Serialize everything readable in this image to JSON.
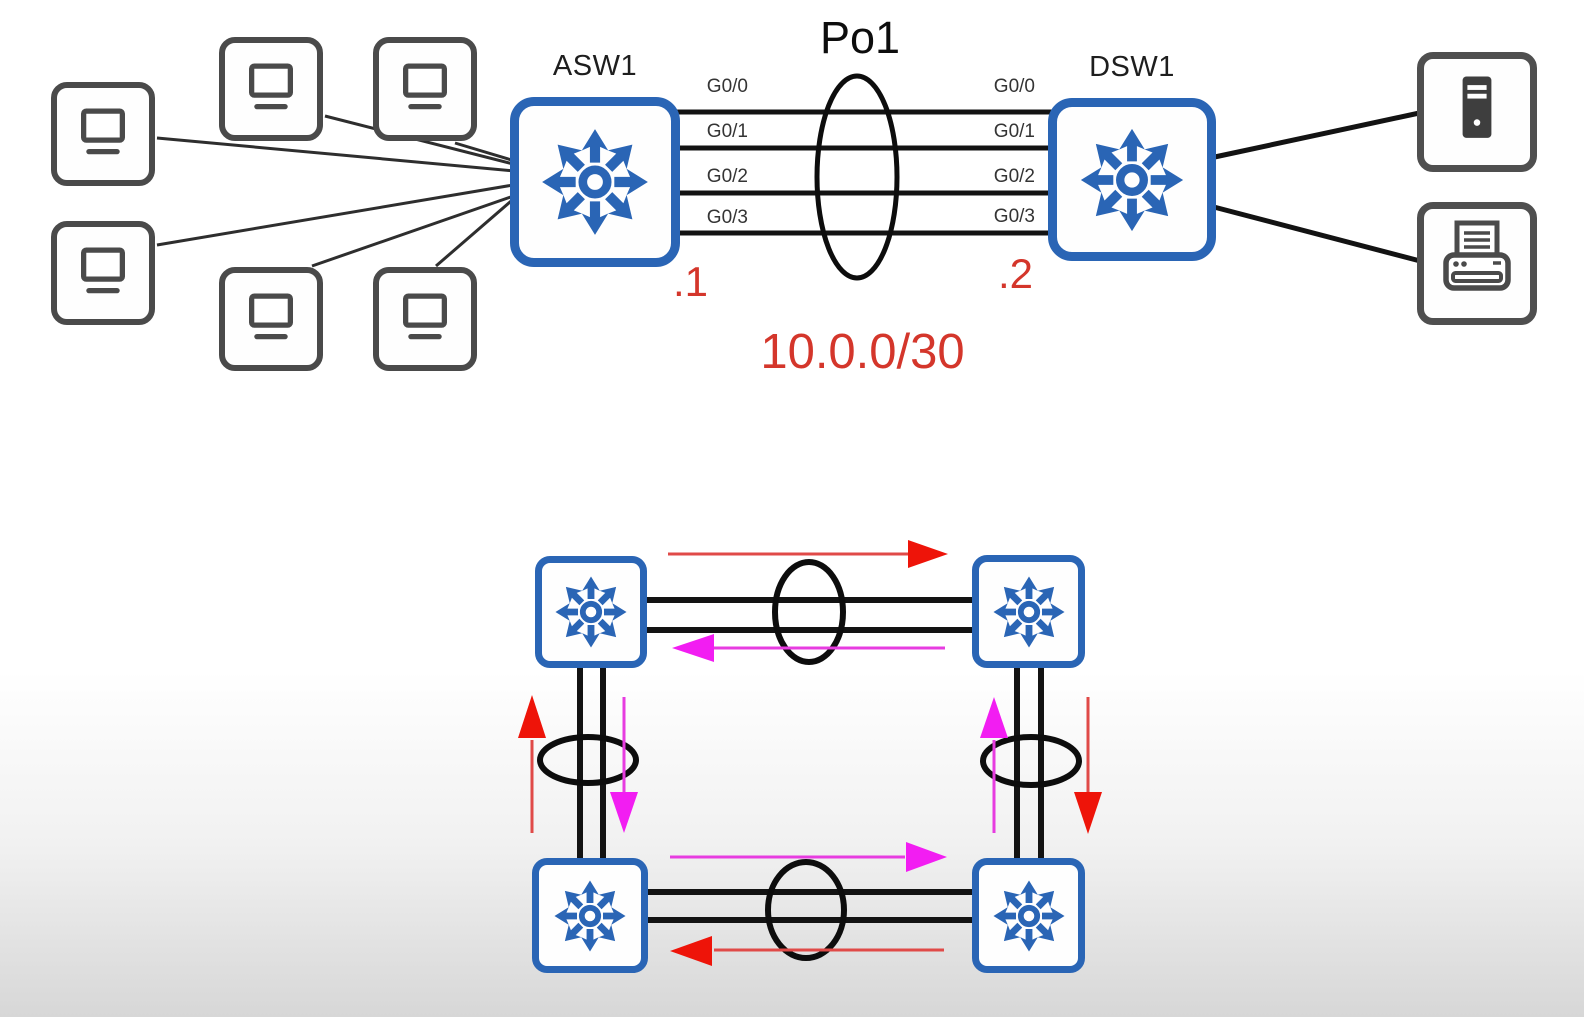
{
  "top_topology": {
    "port_channel_label": "Po1",
    "subnet_label": "10.0.0/30",
    "access_switch": {
      "name": "ASW1",
      "ip_suffix": ".1",
      "interfaces": [
        "G0/0",
        "G0/1",
        "G0/2",
        "G0/3"
      ]
    },
    "distribution_switch": {
      "name": "DSW1",
      "ip_suffix": ".2",
      "interfaces": [
        "G0/0",
        "G0/1",
        "G0/2",
        "G0/3"
      ]
    },
    "client_pc_count": 6,
    "endpoints_right": [
      "server",
      "printer"
    ]
  },
  "bottom_topology": {
    "switch_count": 4,
    "etherchannel_bundle_count": 4,
    "red_flow_direction": "clockwise",
    "magenta_flow_direction": "counterclockwise"
  },
  "icons": {
    "switch": "multilayer-switch-icon",
    "pc": "pc-icon",
    "server": "server-icon",
    "printer": "printer-icon",
    "bundle": "etherchannel-ellipse"
  },
  "colors": {
    "switch_blue": "#2a65b5",
    "device_gray": "#4a4a4a",
    "link_black": "#131313",
    "red_arrow": "#ee1409",
    "red_line": "#e04a48",
    "magenta_arrow": "#f21df2",
    "magenta_line": "#e73ce0",
    "red_text": "#d4362b"
  }
}
